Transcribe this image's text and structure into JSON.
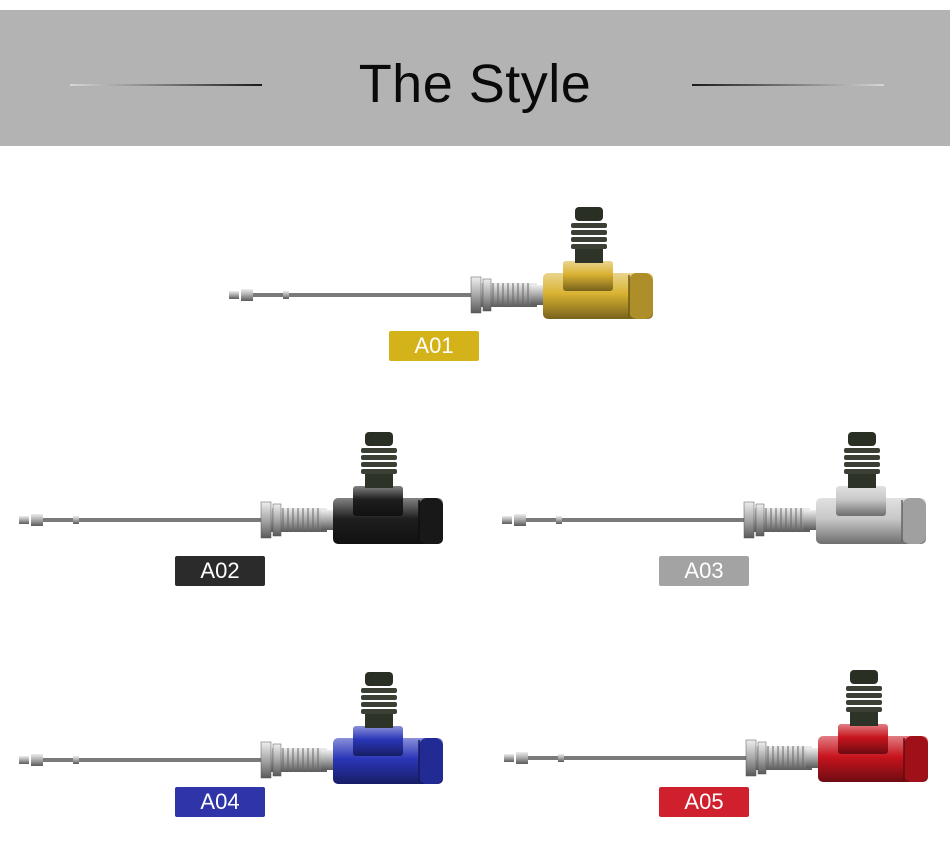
{
  "header": {
    "title": "The Style"
  },
  "variants": [
    {
      "code": "A01",
      "color": "#d4b21a",
      "body": "#d9b232"
    },
    {
      "code": "A02",
      "color": "#2b2b2b",
      "body": "#1e1e1e"
    },
    {
      "code": "A03",
      "color": "#a3a3a3",
      "body": "#c8c8c8"
    },
    {
      "code": "A04",
      "color": "#2f35a8",
      "body": "#2a36b8"
    },
    {
      "code": "A05",
      "color": "#d0202e",
      "body": "#c8141e"
    }
  ]
}
